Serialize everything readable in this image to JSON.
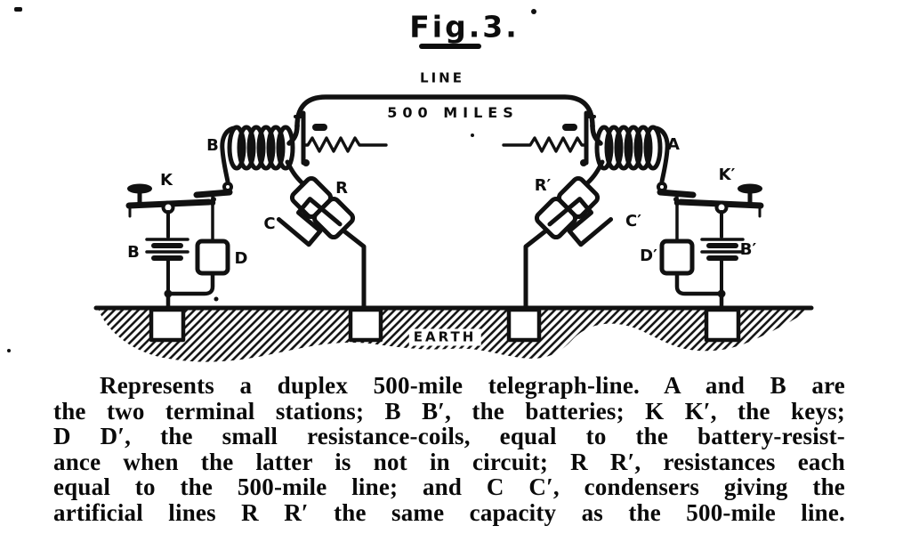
{
  "figure": {
    "title": "Fig.3.",
    "line_label": "LINE",
    "line_length_label": "500 MILES",
    "earth_label": "EARTH",
    "labels": {
      "station_b_coil": "B",
      "station_a_coil": "A",
      "key_left": "K",
      "key_right": "K′",
      "battery_left": "B",
      "battery_right": "B′",
      "resistance_coil_left": "D",
      "resistance_coil_right": "D′",
      "condenser_left": "C",
      "condenser_right": "C′",
      "artificial_resistance_left": "R",
      "artificial_resistance_right": "R′"
    },
    "ink_color": "#111111",
    "paper_color": "#ffffff"
  },
  "caption": {
    "lines": [
      "Represents a duplex 500-mile telegraph-line. A and B are",
      "the two terminal stations; B B′, the batteries; K K′, the keys;",
      "D D′, the small resistance-coils, equal to the battery-resist-",
      "ance when the latter is not in circuit; R R′, resistances each",
      "equal to the 500-mile line; and C C′, condensers giving the",
      "artificial lines R R′ the same capacity as the 500-mile line."
    ]
  }
}
